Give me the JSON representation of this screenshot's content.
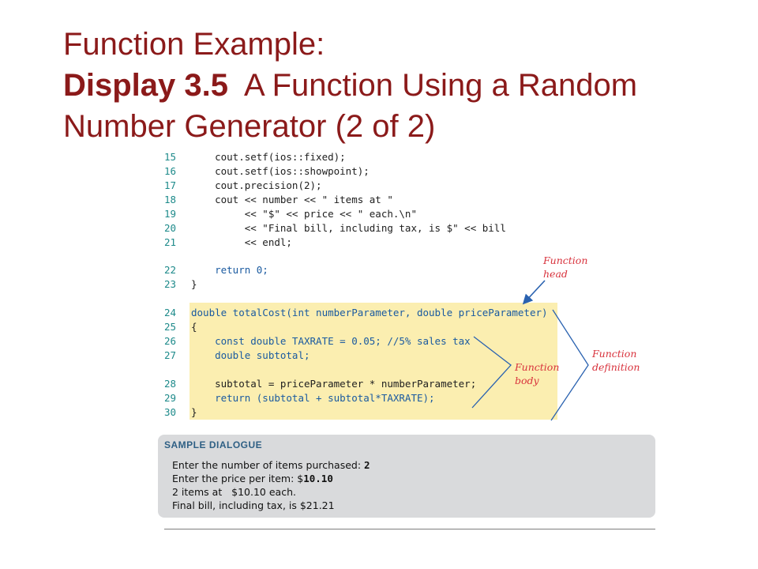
{
  "title": {
    "line1": "Function Example:",
    "line2_bold": "Display 3.5",
    "line2_rest": "  A Function Using a Random",
    "line3": "Number Generator (2 of 2)"
  },
  "code": {
    "lines": [
      {
        "num": "15",
        "text": "    cout.setf(ios::fixed);"
      },
      {
        "num": "16",
        "text": "    cout.setf(ios::showpoint);"
      },
      {
        "num": "17",
        "text": "    cout.precision(2);"
      },
      {
        "num": "18",
        "text": "    cout << number << \" items at \""
      },
      {
        "num": "19",
        "text": "         << \"$\" << price << \" each.\\n\""
      },
      {
        "num": "20",
        "text": "         << \"Final bill, including tax, is $\" << bill"
      },
      {
        "num": "21",
        "text": "         << endl;"
      },
      {
        "num": "22",
        "text": "    return 0;"
      },
      {
        "num": "23",
        "text": "}"
      },
      {
        "num": "24",
        "text": "double totalCost(int numberParameter, double priceParameter)"
      },
      {
        "num": "25",
        "text": "{"
      },
      {
        "num": "26",
        "text": "    const double TAXRATE = 0.05; //5% sales tax"
      },
      {
        "num": "27",
        "text": "    double subtotal;"
      },
      {
        "num": "28",
        "text": "    subtotal = priceParameter * numberParameter;"
      },
      {
        "num": "29",
        "text": "    return (subtotal + subtotal*TAXRATE);"
      },
      {
        "num": "30",
        "text": "}"
      }
    ]
  },
  "annotations": {
    "function_head_1": "Function",
    "function_head_2": "head",
    "function_body_1": "Function",
    "function_body_2": "body",
    "function_definition_1": "Function",
    "function_definition_2": "definition"
  },
  "dialog": {
    "heading": "SAMPLE DIALOGUE",
    "line1_prefix": "Enter the number of items purchased: ",
    "line1_input": "2",
    "line2_prefix": "Enter the price per item: $",
    "line2_input": "10.10",
    "line3": "2 items at   $10.10 each.",
    "line4": "Final bill, including tax, is $21.21"
  },
  "colors": {
    "title": "#8b1a1a",
    "highlight": "#fbeeb0",
    "annotation": "#d8323c",
    "arrow": "#2a62b0",
    "dialog_bg": "#d9dadc"
  }
}
